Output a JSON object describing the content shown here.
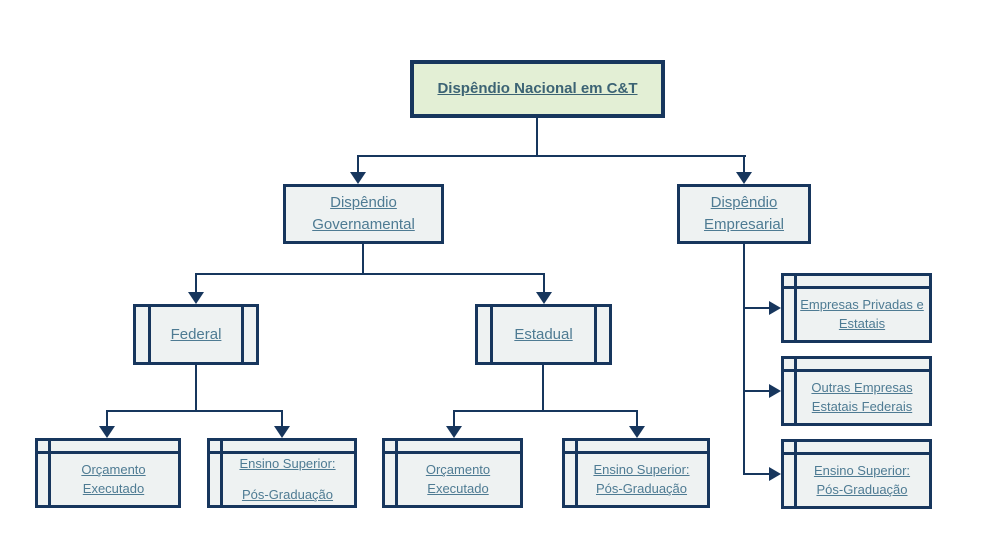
{
  "diagram": {
    "title": "Dispêndio Nacional em C&T",
    "nodes": {
      "root": {
        "label": "Dispêndio Nacional em C&T"
      },
      "governamental": {
        "label": "Dispêndio Governamental"
      },
      "empresarial": {
        "label": "Dispêndio Empresarial"
      },
      "federal": {
        "label": "Federal"
      },
      "estadual": {
        "label": "Estadual"
      },
      "federal_orcamento": {
        "label": "Orçamento Executado"
      },
      "federal_ensino": {
        "line1": "Ensino Superior:",
        "line2": "Pós-Graduação"
      },
      "estadual_orcamento": {
        "label": "Orçamento Executado"
      },
      "estadual_ensino": {
        "label": "Ensino Superior: Pós-Graduação"
      },
      "emp_privadas": {
        "label": "Empresas Privadas e Estatais"
      },
      "emp_outras": {
        "label": "Outras Empresas Estatais Federais"
      },
      "emp_ensino": {
        "label": "Ensino Superior: Pós-Graduação"
      }
    },
    "edges": [
      [
        "root",
        "governamental"
      ],
      [
        "root",
        "empresarial"
      ],
      [
        "governamental",
        "federal"
      ],
      [
        "governamental",
        "estadual"
      ],
      [
        "federal",
        "federal_orcamento"
      ],
      [
        "federal",
        "federal_ensino"
      ],
      [
        "estadual",
        "estadual_orcamento"
      ],
      [
        "estadual",
        "estadual_ensino"
      ],
      [
        "empresarial",
        "emp_privadas"
      ],
      [
        "empresarial",
        "emp_outras"
      ],
      [
        "empresarial",
        "emp_ensino"
      ]
    ],
    "colors": {
      "border": "#17365d",
      "connector": "#17365d",
      "box_fill": "#eef2f2",
      "root_fill": "#e3efd5",
      "text": "#4e7b93",
      "root_text": "#3c6374",
      "background": "#ffffff"
    }
  }
}
